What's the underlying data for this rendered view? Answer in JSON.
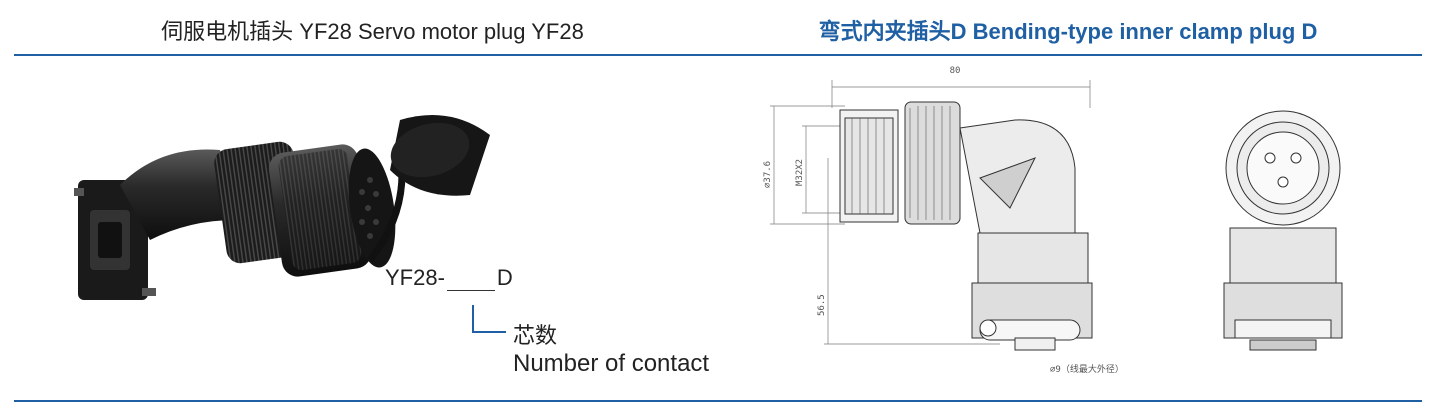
{
  "header": {
    "left_title": "伺服电机插头 YF28 Servo motor plug  YF28",
    "right_title": "弯式内夹插头D Bending-type inner clamp plug D"
  },
  "model": {
    "prefix": "YF28-",
    "suffix": "D",
    "contact_cn": "芯数",
    "contact_en": "Number of contact"
  },
  "dimensions": {
    "total_length": "80",
    "diameter": "∅37.6",
    "thread": "M32X2",
    "height": "56.5",
    "cable": "∅9（线最大外径）"
  },
  "colors": {
    "accent": "#1f5fa3",
    "text": "#222222"
  }
}
